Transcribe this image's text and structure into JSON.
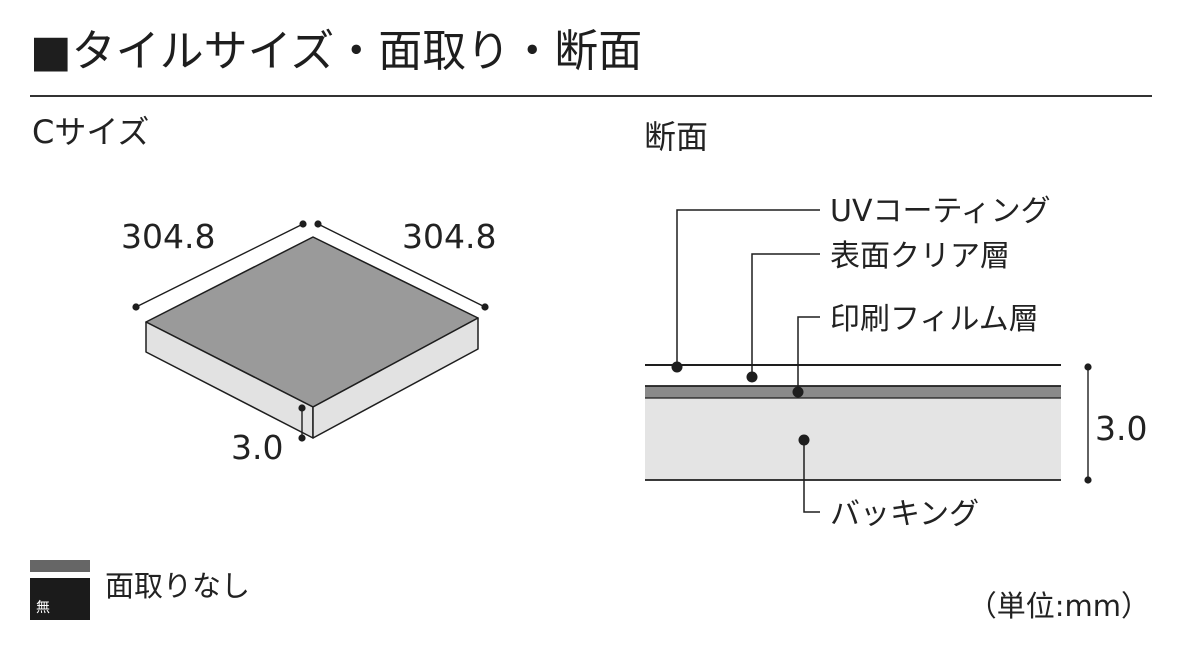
{
  "title": "■タイルサイズ・面取り・断面",
  "size_section": {
    "label": "Cサイズ",
    "width_label": "304.8",
    "depth_label": "304.8",
    "thickness_label": "3.0"
  },
  "section_view": {
    "label": "断面",
    "thickness_label": "3.0",
    "layers": [
      {
        "name": "UVコーティング"
      },
      {
        "name": "表面クリア層"
      },
      {
        "name": "印刷フィルム層"
      },
      {
        "name": "バッキング"
      }
    ]
  },
  "legend": {
    "swatch_text": "無",
    "label": "面取りなし"
  },
  "unit_note": "（単位:mm）",
  "colors": {
    "tile_top": "#9a9a9a",
    "tile_side": "#e2e2e2",
    "film_layer": "#8a8a8a",
    "backing": "#e4e4e4",
    "line": "#1e1e1e"
  }
}
